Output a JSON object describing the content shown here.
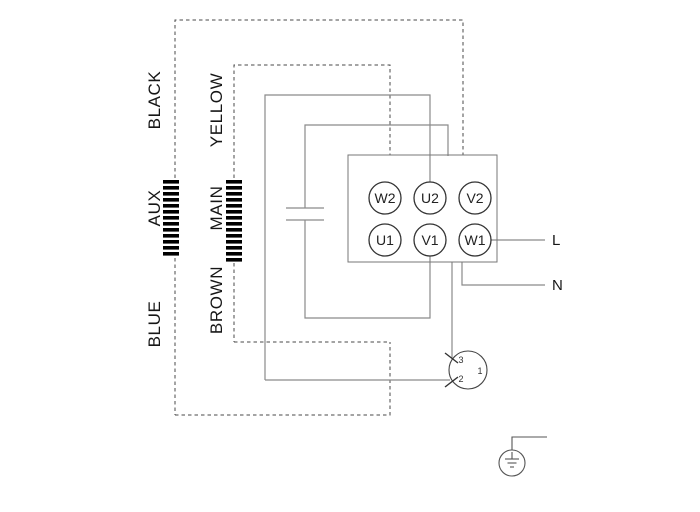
{
  "diagram": {
    "kind": "motor-wiring-diagram",
    "wire_labels": {
      "black": "BLACK",
      "yellow": "YELLOW",
      "aux": "AUX",
      "main": "MAIN",
      "blue": "BLUE",
      "brown": "BROWN"
    },
    "terminals": {
      "w2": "W2",
      "u2": "U2",
      "v2": "V2",
      "u1": "U1",
      "v1": "V1",
      "w1": "W1"
    },
    "power": {
      "line": "L",
      "neutral": "N"
    },
    "connector_pins": {
      "pin1": "1",
      "pin2": "2",
      "pin3": "3"
    },
    "colors": {
      "background": "#ffffff",
      "solid_wire": "#8a8a8a",
      "dashed_wire": "#4a4a4a",
      "winding_bar": "#000000",
      "text": "#161616"
    }
  }
}
